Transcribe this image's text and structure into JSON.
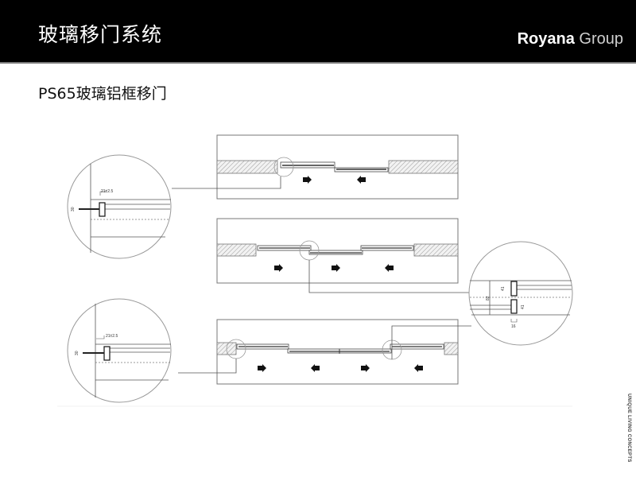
{
  "header": {
    "title": "玻璃移门系统",
    "brand_bold": "Royana",
    "brand_light": "Group"
  },
  "subtitle": "PS65玻璃铝框移门",
  "side_tag": "UNIQUE LIVING CONCEPTS",
  "details": {
    "wall_detail_top": {
      "dim_gap": "21±2.5",
      "dim_height": "30"
    },
    "wall_detail_bottom": {
      "dim_gap": "21±2.5",
      "dim_height": "30"
    },
    "meeting_detail": {
      "dim_upper": "41",
      "dim_lower": "41",
      "dim_total": "82",
      "dim_width": "16"
    }
  },
  "plans": [
    {
      "name": "two-panel-bi-parting",
      "arrows": [
        "right",
        "left"
      ]
    },
    {
      "name": "three-panel",
      "arrows": [
        "right",
        "right",
        "left"
      ]
    },
    {
      "name": "four-panel",
      "arrows": [
        "right",
        "left",
        "right",
        "left"
      ]
    }
  ]
}
